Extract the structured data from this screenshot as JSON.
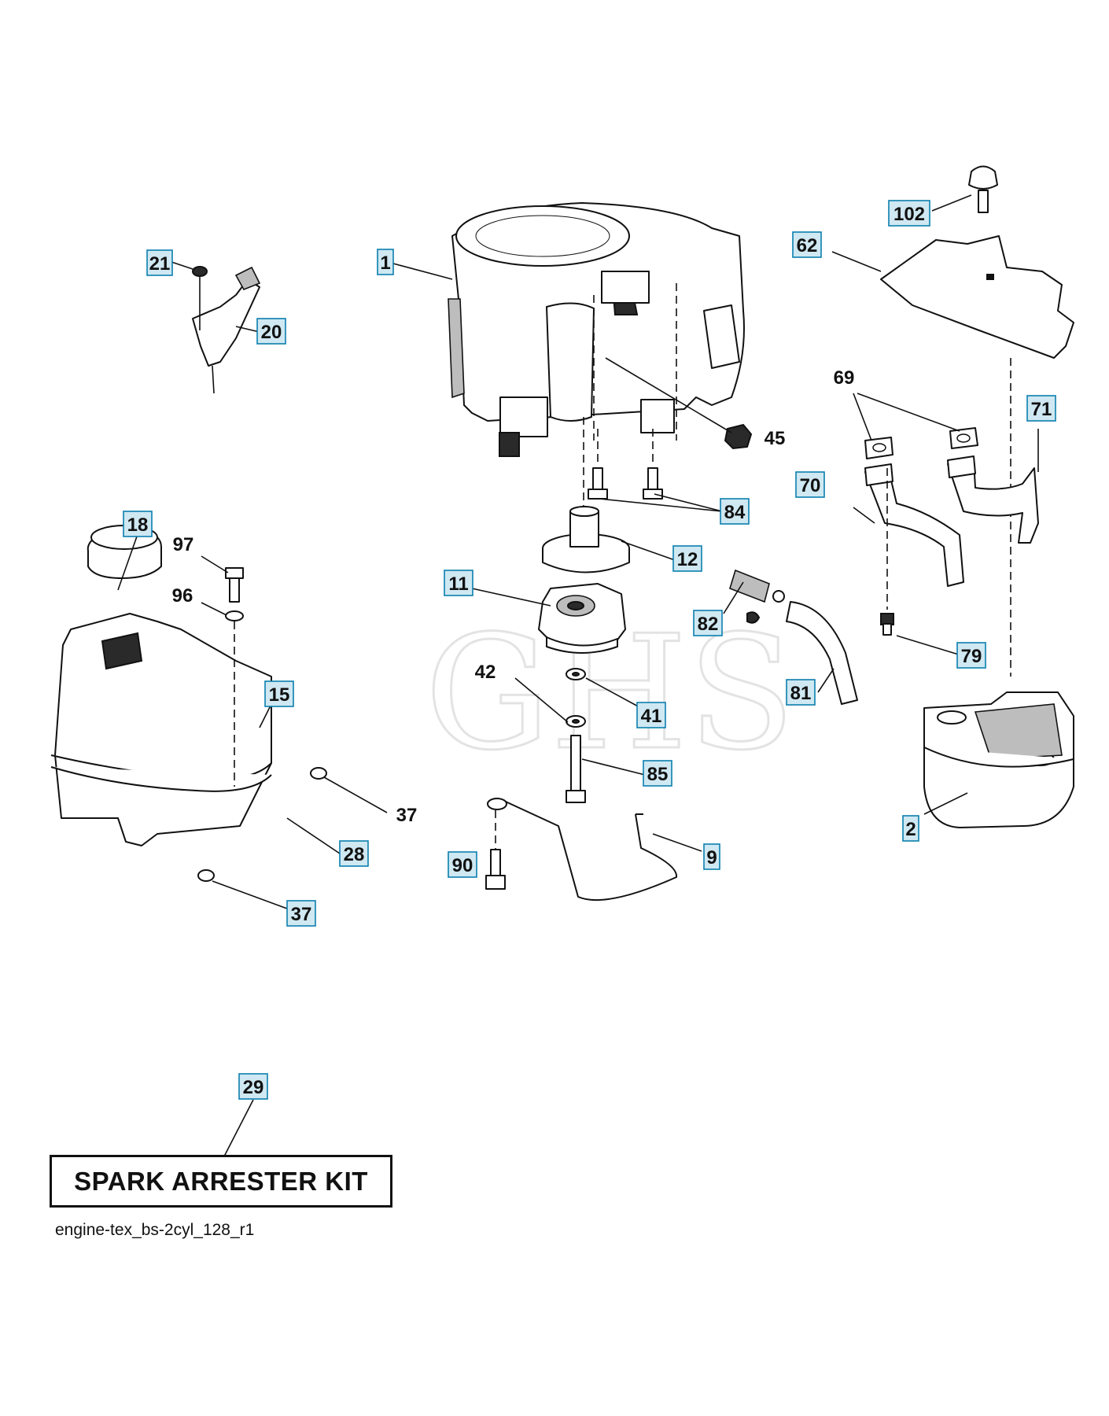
{
  "diagram": {
    "watermark": "GHS",
    "kit_label": "SPARK ARRESTER KIT",
    "footer_code": "engine-tex_bs-2cyl_128_r1",
    "callouts": [
      {
        "id": "c1",
        "label": "1"
      },
      {
        "id": "c2",
        "label": "2"
      },
      {
        "id": "c9",
        "label": "9"
      },
      {
        "id": "c11",
        "label": "11"
      },
      {
        "id": "c12",
        "label": "12"
      },
      {
        "id": "c15",
        "label": "15"
      },
      {
        "id": "c18",
        "label": "18"
      },
      {
        "id": "c20",
        "label": "20"
      },
      {
        "id": "c21",
        "label": "21"
      },
      {
        "id": "c28",
        "label": "28"
      },
      {
        "id": "c29",
        "label": "29"
      },
      {
        "id": "c37a",
        "label": "37"
      },
      {
        "id": "c37b",
        "label": "37"
      },
      {
        "id": "c41",
        "label": "41"
      },
      {
        "id": "c42",
        "label": "42"
      },
      {
        "id": "c45",
        "label": "45"
      },
      {
        "id": "c62",
        "label": "62"
      },
      {
        "id": "c69",
        "label": "69"
      },
      {
        "id": "c70",
        "label": "70"
      },
      {
        "id": "c71",
        "label": "71"
      },
      {
        "id": "c79",
        "label": "79"
      },
      {
        "id": "c81",
        "label": "81"
      },
      {
        "id": "c82",
        "label": "82"
      },
      {
        "id": "c84",
        "label": "84"
      },
      {
        "id": "c85",
        "label": "85"
      },
      {
        "id": "c90",
        "label": "90"
      },
      {
        "id": "c96",
        "label": "96"
      },
      {
        "id": "c97",
        "label": "97"
      },
      {
        "id": "c102",
        "label": "102"
      }
    ]
  }
}
